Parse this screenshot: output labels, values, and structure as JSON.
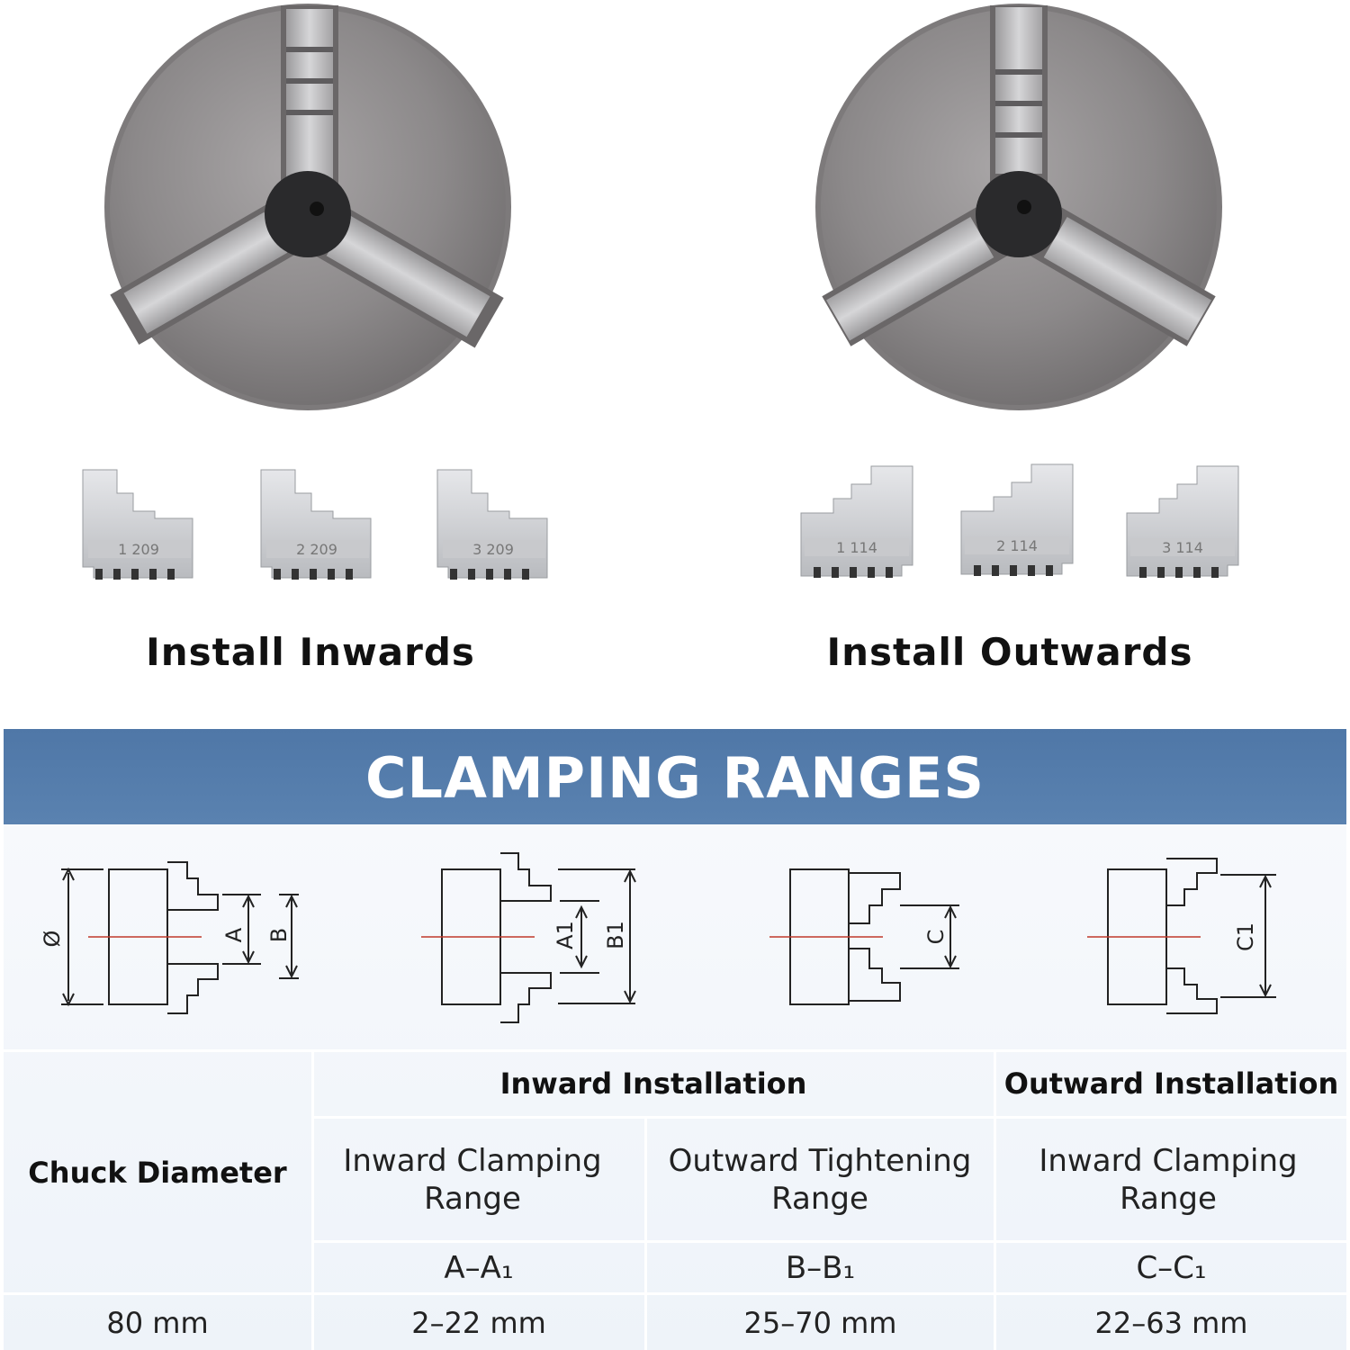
{
  "captions": {
    "inward": "Install Inwards",
    "outward": "Install Outwards"
  },
  "jaw_markings": {
    "inward": [
      "1 209",
      "2 209",
      "3 209"
    ],
    "outward": [
      "1 114",
      "2 114",
      "3 114"
    ]
  },
  "banner": {
    "title": "CLAMPING RANGES"
  },
  "diagram_labels": {
    "diameter": "Ø",
    "a": "A",
    "b": "B",
    "a1": "A1",
    "b1": "B1",
    "c": "C",
    "c1": "C1"
  },
  "table": {
    "group_inward": "Inward Installation",
    "group_outward": "Outward Installation",
    "row_header": "Chuck Diameter",
    "col1": "Inward Clamping Range",
    "col2": "Outward Tightening Range",
    "col3": "Inward Clamping Range",
    "sym1": "A–A₁",
    "sym2": "B–B₁",
    "sym3": "C–C₁",
    "diameter_value": "80 mm",
    "val1": "2–22 mm",
    "val2": "25–70 mm",
    "val3": "22–63 mm"
  },
  "colors": {
    "banner": "#4f77a7",
    "chuck_steel": "#8a8788",
    "center_line": "#c0392b"
  }
}
